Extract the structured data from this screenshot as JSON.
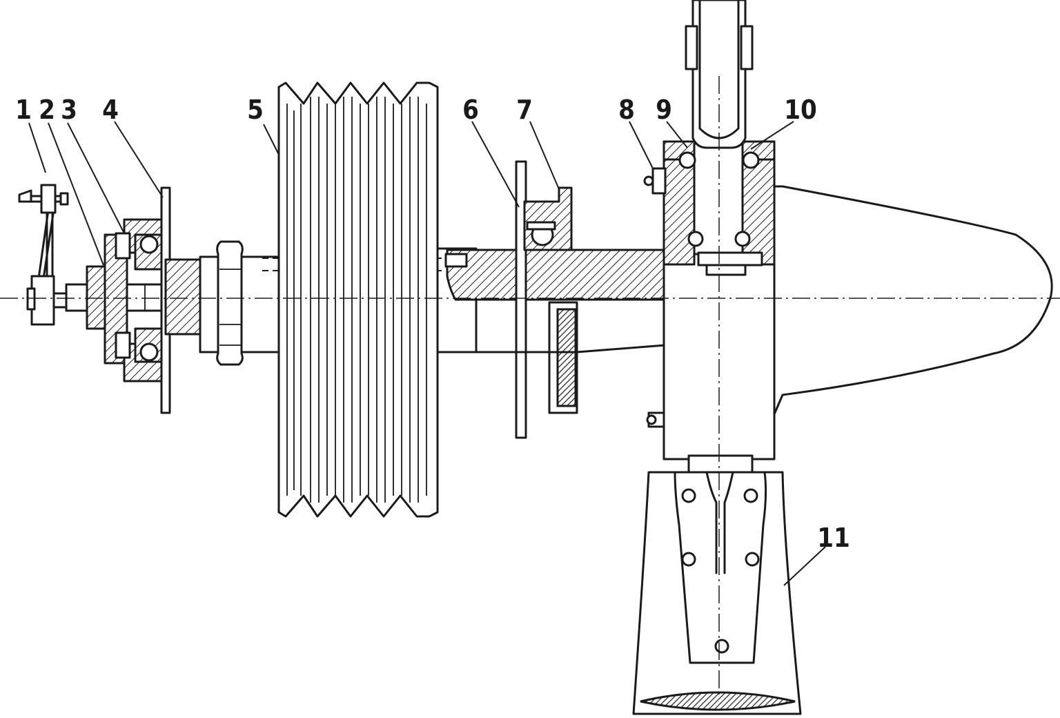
{
  "figure": {
    "part_labels": [
      {
        "id": "1",
        "text": "1"
      },
      {
        "id": "2",
        "text": "2"
      },
      {
        "id": "3",
        "text": "3"
      },
      {
        "id": "4",
        "text": "4"
      },
      {
        "id": "5",
        "text": "5"
      },
      {
        "id": "6",
        "text": "6"
      },
      {
        "id": "7",
        "text": "7"
      },
      {
        "id": "8",
        "text": "8"
      },
      {
        "id": "9",
        "text": "9"
      },
      {
        "id": "10",
        "text": "10"
      },
      {
        "id": "11",
        "text": "11"
      }
    ],
    "colors": {
      "ink": "#1a1a1a",
      "paper": "#ffffff"
    }
  }
}
